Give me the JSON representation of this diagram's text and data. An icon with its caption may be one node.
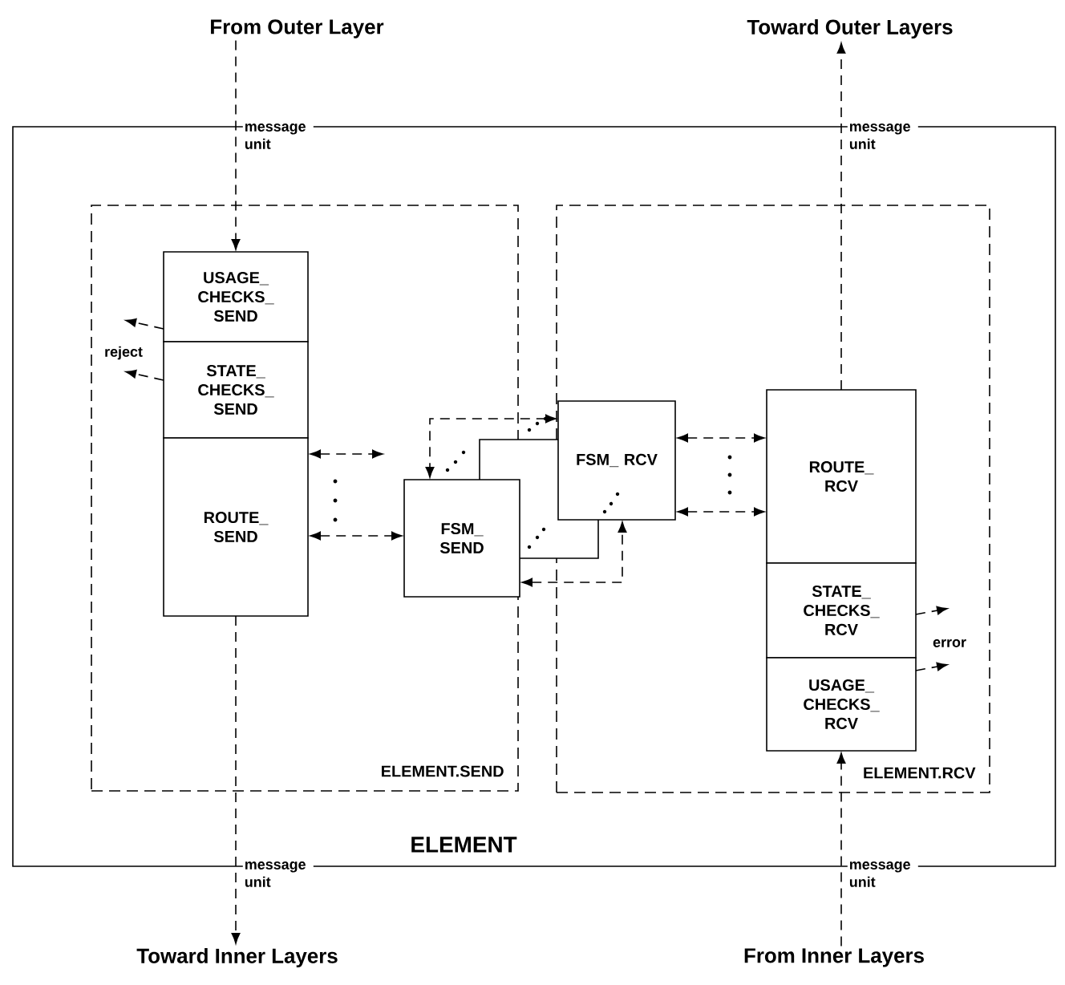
{
  "diagram": {
    "nodes": [
      {
        "text": [
          "From Outer Layer"
        ]
      },
      {
        "text": [
          "Toward Outer Layers"
        ]
      },
      {
        "text": [
          "ELEMENT"
        ]
      },
      {
        "text": [
          "ELEMENT.SEND"
        ],
        "in": 2
      },
      {
        "text": [
          "ELEMENT.RCV"
        ],
        "in": 2
      },
      {
        "text": [
          "USAGE_ CHECKS_ SEND"
        ],
        "in": 3
      },
      {
        "text": [
          "STATE_ CHECKS_ SEND"
        ],
        "in": 3
      },
      {
        "text": [
          "ROUTE_ SEND"
        ],
        "in": 3
      },
      {
        "text": [
          "FSM_ SEND"
        ],
        "in": 3
      },
      {
        "text": [],
        "shape": "box",
        "in": 2
      },
      {
        "text": [
          "FSM_ RCV"
        ],
        "in": 4
      },
      {
        "text": [
          "ROUTE_ RCV"
        ],
        "in": 4
      },
      {
        "text": [
          "STATE_ CHECKS_ RCV"
        ],
        "in": 4
      },
      {
        "text": [
          "USAGE_ CHECKS_ RCV"
        ],
        "in": 4
      },
      {
        "text": [
          "Toward Inner Layers"
        ]
      },
      {
        "text": [
          "From Inner Layers"
        ]
      },
      {
        "text": [
          "reject"
        ],
        "in": 3
      },
      {
        "text": [
          "error"
        ],
        "in": 4
      }
    ],
    "edges": [
      {
        "from": 0,
        "to": 5,
        "arrow": "to",
        "style": "dashed",
        "label": "message unit"
      },
      {
        "from": 11,
        "to": 1,
        "arrow": "to",
        "style": "dashed",
        "label": "message unit"
      },
      {
        "from": 7,
        "to": 14,
        "arrow": "to",
        "style": "dashed",
        "label": "message unit"
      },
      {
        "from": 15,
        "to": 13,
        "arrow": "to",
        "style": "dashed",
        "label": "message unit"
      },
      {
        "from": 5,
        "to": 16,
        "arrow": "to",
        "style": "dashed"
      },
      {
        "from": 6,
        "to": 16,
        "arrow": "to",
        "style": "dashed"
      },
      {
        "from": 12,
        "to": 17,
        "arrow": "to",
        "style": "dashed"
      },
      {
        "from": 13,
        "to": 17,
        "arrow": "to",
        "style": "dashed"
      },
      {
        "from": 7,
        "to": null,
        "arrow": "both",
        "style": "dashed"
      },
      {
        "from": 7,
        "to": 8,
        "arrow": "both",
        "style": "dashed"
      },
      {
        "from": 10,
        "to": 11,
        "arrow": "both",
        "style": "dashed"
      },
      {
        "from": 10,
        "to": 11,
        "arrow": "both",
        "style": "dashed"
      },
      {
        "from": 10,
        "to": 8,
        "arrow": "both",
        "style": "dashed"
      },
      {
        "from": 8,
        "to": 10,
        "arrow": "both",
        "style": "dashed"
      }
    ]
  }
}
